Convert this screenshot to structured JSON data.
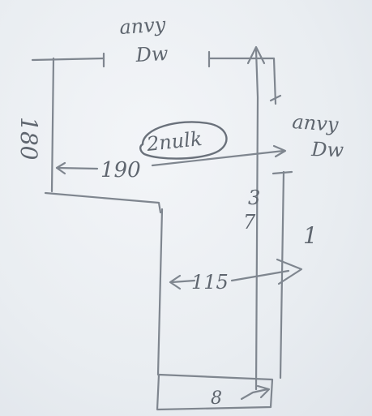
{
  "labels": {
    "top_note_line1": "anvy",
    "top_note_line2": "Dw",
    "right_note_line1": "anvy",
    "right_note_line2": "Dw",
    "left_dim": "180",
    "top_width": "190",
    "circled_note": "2nulk",
    "stem_width": "115",
    "right_small_1": "3",
    "right_small_2": "7",
    "right_small_3": "1",
    "bottom_note": "8"
  },
  "colors": {
    "paper": "#e9edf1",
    "pencil": "#7f868f",
    "ink": "#5f666f"
  }
}
